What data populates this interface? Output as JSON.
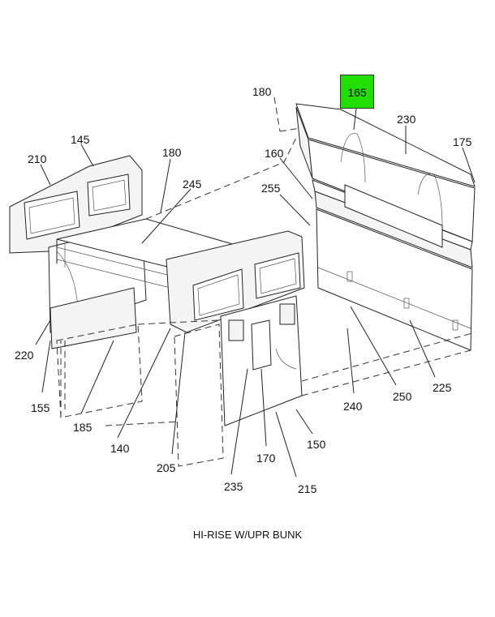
{
  "callouts": [
    {
      "id": "c165",
      "text": "165",
      "highlight": true
    },
    {
      "id": "c180a",
      "text": "180"
    },
    {
      "id": "c230",
      "text": "230"
    },
    {
      "id": "c175",
      "text": "175"
    },
    {
      "id": "c160",
      "text": "160"
    },
    {
      "id": "c145",
      "text": "145"
    },
    {
      "id": "c210",
      "text": "210"
    },
    {
      "id": "c180b",
      "text": "180"
    },
    {
      "id": "c245",
      "text": "245"
    },
    {
      "id": "c255",
      "text": "255"
    },
    {
      "id": "c220",
      "text": "220"
    },
    {
      "id": "c155",
      "text": "155"
    },
    {
      "id": "c185",
      "text": "185"
    },
    {
      "id": "c140",
      "text": "140"
    },
    {
      "id": "c205",
      "text": "205"
    },
    {
      "id": "c235",
      "text": "235"
    },
    {
      "id": "c170",
      "text": "170"
    },
    {
      "id": "c215",
      "text": "215"
    },
    {
      "id": "c150",
      "text": "150"
    },
    {
      "id": "c240",
      "text": "240"
    },
    {
      "id": "c250",
      "text": "250"
    },
    {
      "id": "c225",
      "text": "225"
    }
  ],
  "caption": "HI-RISE W/UPR BUNK",
  "colors": {
    "highlight": "#22dd00",
    "ink": "#222222"
  }
}
